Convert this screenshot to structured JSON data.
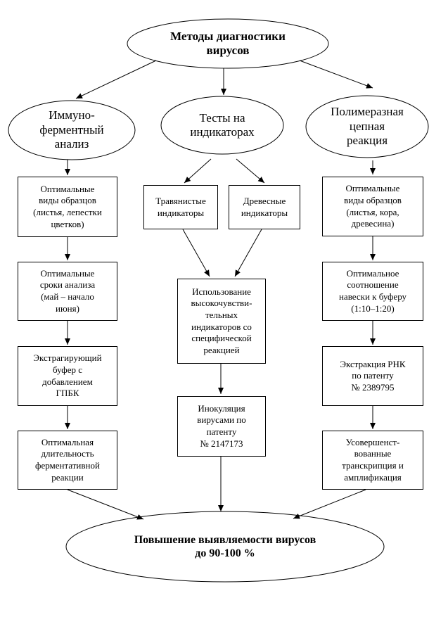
{
  "top": "Методы диагностики\nвирусов",
  "methods": [
    {
      "title": "Иммуно-\nферментный\nанализ",
      "steps": [
        "Оптимальные\nвиды образцов\n(листья, лепестки\nцветков)",
        "Оптимальные\nсроки анализа\n(май – начало\nиюня)",
        "Экстрагирующий\nбуфер с\nдобавлением\nГПБК",
        "Оптимальная\nдлительность\nферментативной\nреакции"
      ]
    },
    {
      "title": "Тесты на\nиндикаторах",
      "indicators": [
        "Травянистые\nиндикаторы",
        "Древесные\nиндикаторы"
      ],
      "steps": [
        "Использование\nвысокочувстви-\nтельных\nиндикаторов со\nспецифической\nреакцией",
        "Инокуляция\nвирусами по\nпатенту\n№ 2147173"
      ]
    },
    {
      "title": "Полимеразная\nцепная\nреакция",
      "steps": [
        "Оптимальные\nвиды образцов\n(листья, кора,\nдревесина)",
        "Оптимальное\nсоотношение\nнавески к буферу\n(1:10–1:20)",
        "Экстракция РНК\nпо патенту\n№ 2389795",
        "Усовершенст-\nвованные\nтранскрипция и\nамплификация"
      ]
    }
  ],
  "result": "Повышение выявляемости вирусов\nдо 90-100 %"
}
